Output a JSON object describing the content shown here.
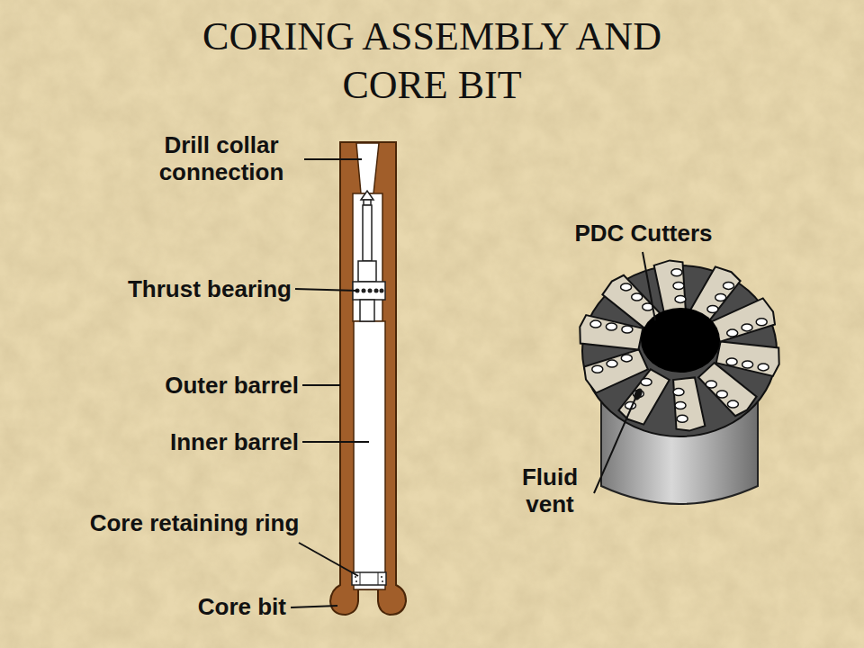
{
  "diagram": {
    "title": "CORING ASSEMBLY AND CORE BIT",
    "labels": [
      "Drill collar connection",
      "Thrust bearing",
      "Outer barrel",
      "Inner barrel",
      "Core retaining ring",
      "Core bit",
      "PDC Cutters",
      "Fluid vent"
    ]
  }
}
